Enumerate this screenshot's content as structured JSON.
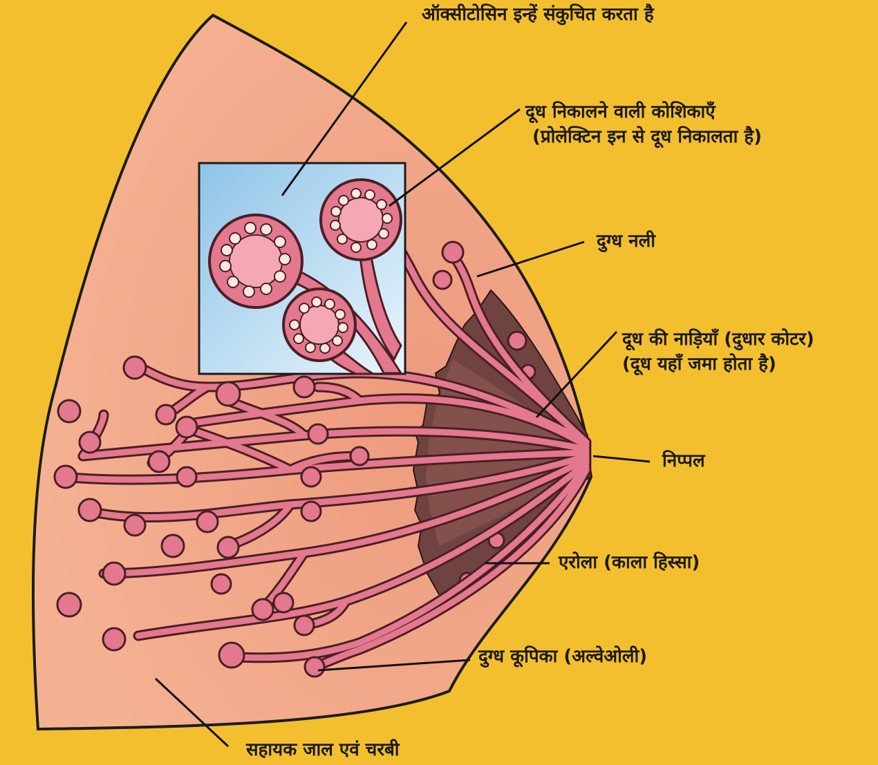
{
  "labels": {
    "oxytocin": "ऑक्सीटोसिन इन्हें संकुचित करता है",
    "milk_cells_line1": "दूध निकालने वाली कोशिकाएँ",
    "milk_cells_line2": "(प्रोलेक्टिन इन से दूध निकालता है)",
    "milk_duct": "दुग्ध नली",
    "sinuses_line1": "दूध की नाड़ियाँ (दुधार कोटर)",
    "sinuses_line2": "(दूध यहाँ जमा होता है)",
    "nipple": "निप्पल",
    "areola": "एरोला (काला हिस्सा)",
    "alveoli": "दुग्ध कूपिका (अल्वेओली)",
    "support_fat": "सहायक जाल एवं चरबी"
  },
  "colors": {
    "background": "#f4bf2e",
    "breast": "#f0a98a",
    "breast_inner": "#e89478",
    "areola": "#6e4340",
    "ducts": "#e3788f",
    "ducts_outline": "#4a1f24",
    "inset": "#a9d2ec"
  }
}
